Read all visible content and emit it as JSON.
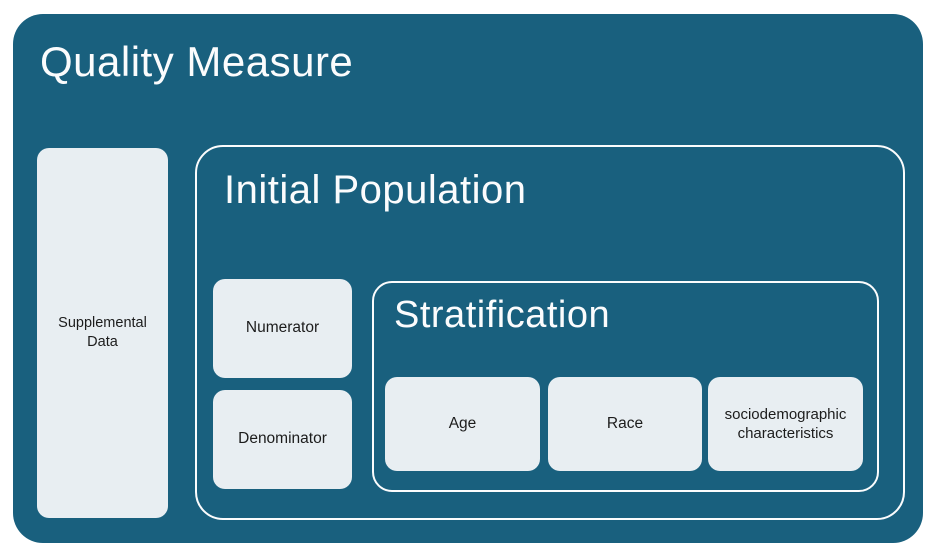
{
  "diagram": {
    "title": "Quality Measure",
    "supplemental_data_label": "Supplemental Data",
    "initial_population": {
      "title": "Initial Population",
      "numerator_label": "Numerator",
      "denominator_label": "Denominator",
      "stratification": {
        "title": "Stratification",
        "items": [
          "Age",
          "Race",
          "sociodemographic characteristics"
        ]
      }
    }
  },
  "colors": {
    "primary_teal": "#19607E",
    "light_box_fill": "#E8EEF2",
    "outline_white": "#FBFCFD",
    "dark_text": "#1C1C1C",
    "page_background": "#FFFFFF"
  }
}
